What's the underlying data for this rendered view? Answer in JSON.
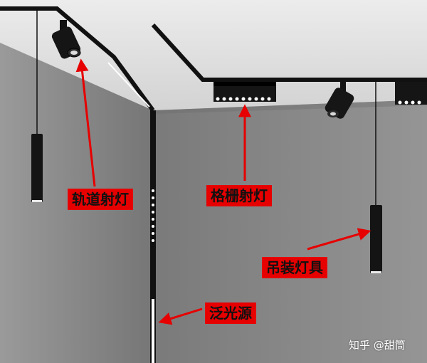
{
  "annotations": {
    "track_spotlight": "轨道射灯",
    "grille_light": "格栅射灯",
    "pendant_light": "吊装灯具",
    "flood_light": "泛光源"
  },
  "watermark": "知乎 @甜筒",
  "colors": {
    "label_bg": "#e60000",
    "arrow": "#e60000",
    "ceiling": "#d6d6d6",
    "back_wall": "#8e8e8e",
    "left_wall": "#7c7c7c",
    "track": "#111111"
  }
}
